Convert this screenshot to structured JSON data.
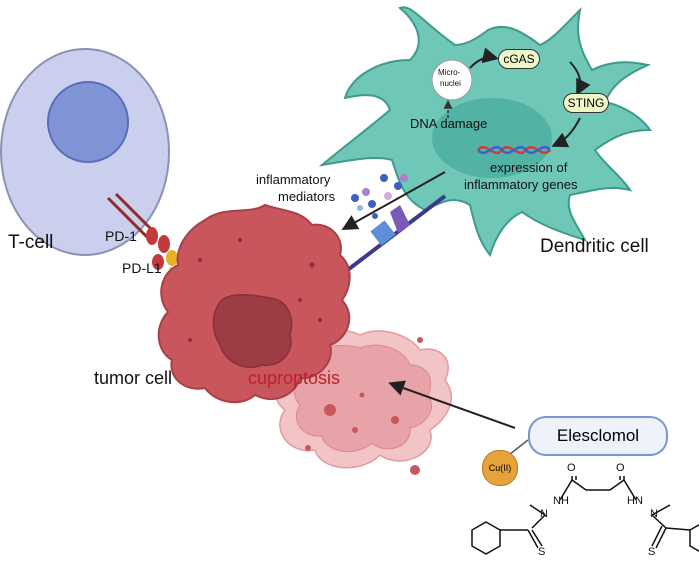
{
  "labels": {
    "t_cell": "T-cell",
    "pd1": "PD-1",
    "pdl1": "PD-L1",
    "tumor_cell": "tumor cell",
    "cuproptosis": "cuproptosis",
    "inflammatory_mediators_1": "inflammatory",
    "inflammatory_mediators_2": "mediators",
    "dendritic_cell": "Dendritic cell",
    "cgas": "cGAS",
    "sting": "STING",
    "micronuclei_1": "Micro-",
    "micronuclei_2": "nuclei",
    "dna_damage": "DNA damage",
    "expression_1": "expression of",
    "expression_2": "inflammatory genes",
    "elesclomol": "Elesclomol",
    "copper": "Cu(II)"
  },
  "structure": {
    "o_left": "O",
    "o_right": "O",
    "nh_left": "NH",
    "hn_right": "HN",
    "n_left": "N",
    "n_right": "N",
    "s_left": "S",
    "s_right": "S"
  },
  "colors": {
    "tcell_fill": "#c9cfec",
    "tcell_nucleus": "#7f93d6",
    "dendritic_fill": "#6fc7b8",
    "dendritic_stroke": "#3e9a8d",
    "tumor_fill": "#c8565c",
    "tumor_nucleus": "#9c3c44",
    "cuproptosis_fill": "#e8a3a8",
    "cuproptosis_text": "#b8232a",
    "pd1": "#8f2d2d",
    "pdl1": "#e6b224",
    "receptor": "#5a4aa8",
    "copper": "#e8a23a",
    "pill_fill": "#eef7c8",
    "elesclomol_fill": "#eef2fb",
    "elesclomol_stroke": "#7a95d6"
  }
}
